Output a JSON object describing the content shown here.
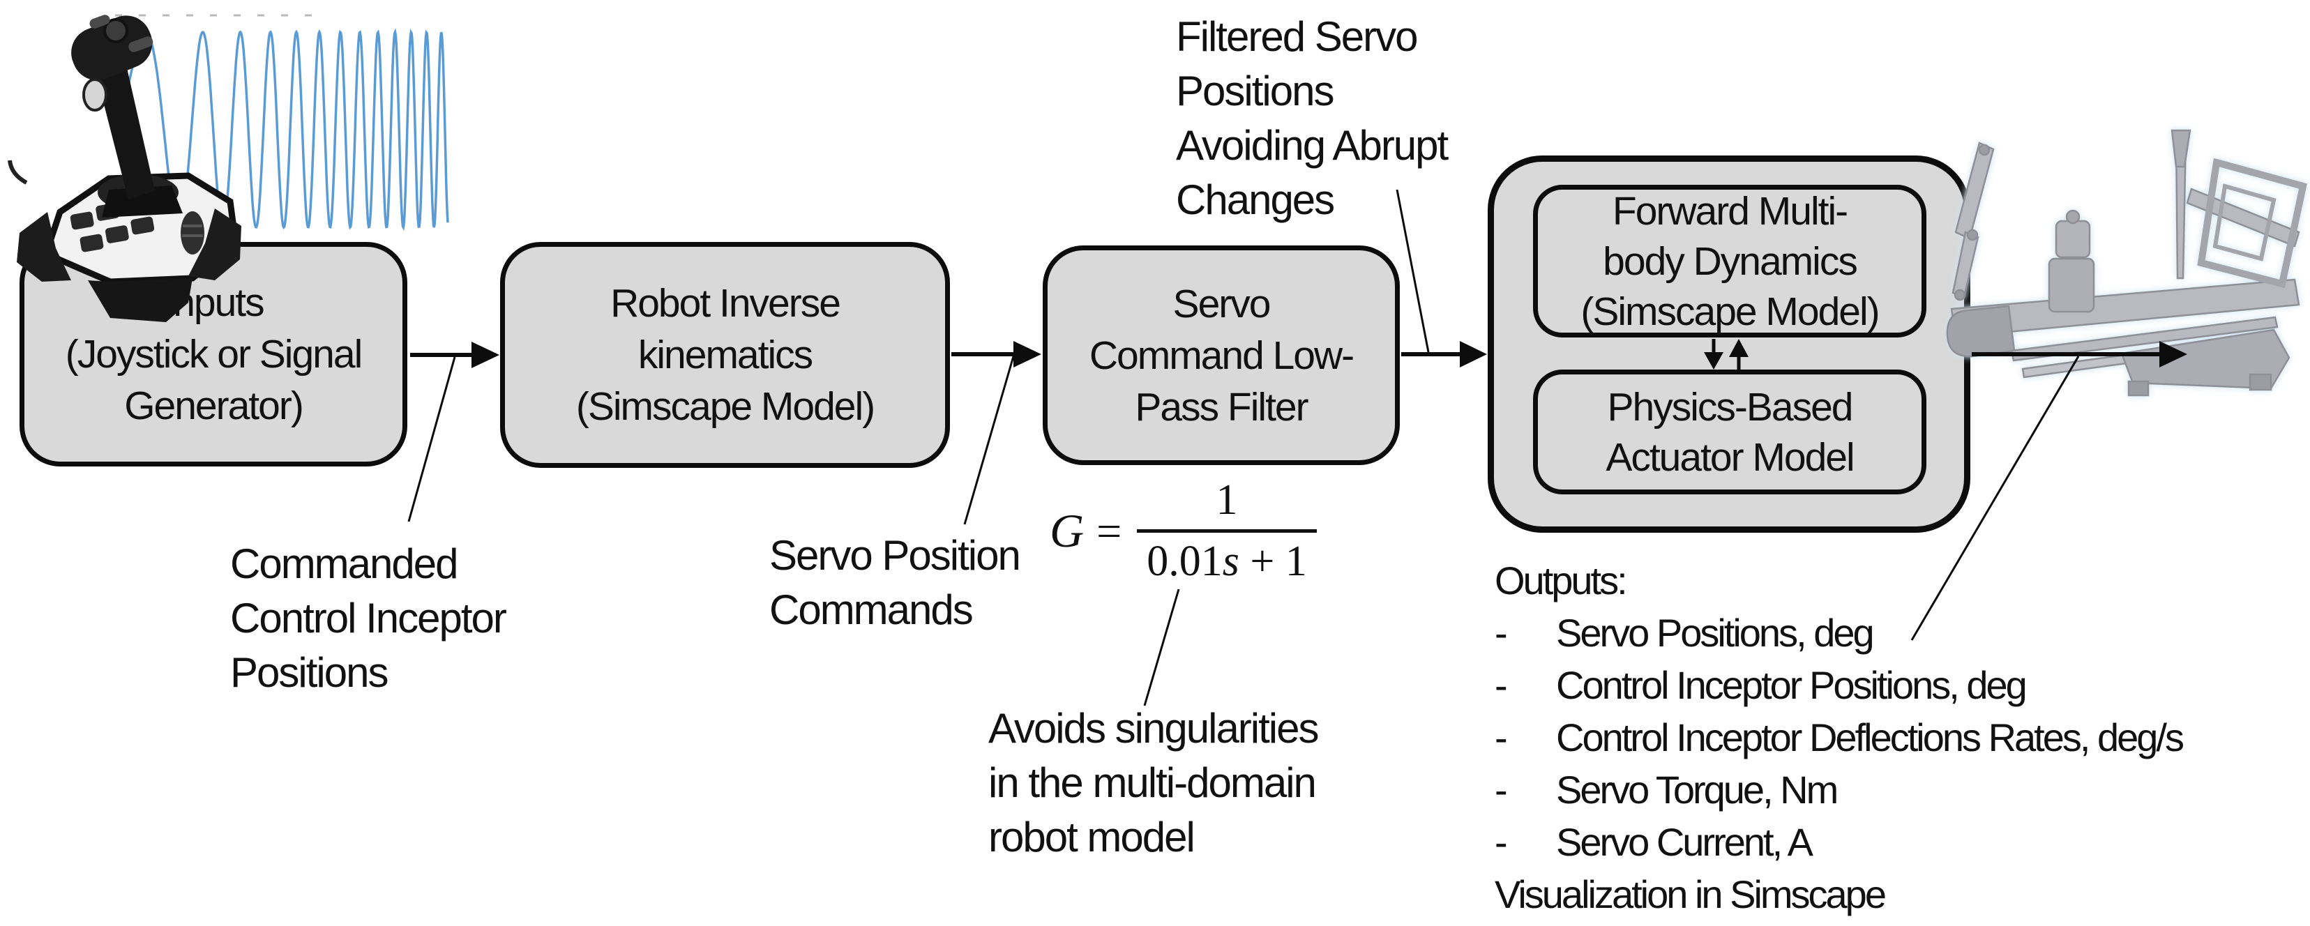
{
  "figure": {
    "type": "block-diagram",
    "colors": {
      "box_fill": "#d9d9d9",
      "box_border": "#0c0c0c",
      "signal_blue": "#5b9bd5",
      "text": "#111111"
    },
    "blocks": {
      "inputs": {
        "line1": "Inputs",
        "line2": "(Joystick or Signal",
        "line3": "Generator)"
      },
      "inverse_kinematics": {
        "line1": "Robot Inverse",
        "line2": "kinematics",
        "line3": "(Simscape Model)"
      },
      "low_pass_filter": {
        "line1": "Servo",
        "line2": "Command Low-",
        "line3": "Pass Filter"
      },
      "forward_dynamics": {
        "line1": "Forward Multi-",
        "line2": "body Dynamics",
        "line3": "(Simscape Model)"
      },
      "actuator_model": {
        "line1": "Physics-Based",
        "line2": "Actuator Model"
      }
    },
    "annotations": {
      "commanded_positions": {
        "line1": "Commanded",
        "line2": "Control Inceptor",
        "line3": "Positions"
      },
      "servo_position_commands": {
        "line1": "Servo Position",
        "line2": "Commands"
      },
      "filtered_servo": {
        "line1": "Filtered Servo",
        "line2": "Positions",
        "line3": "Avoiding Abrupt",
        "line4": "Changes"
      },
      "avoids_singularities": {
        "line1": "Avoids singularities",
        "line2": "in the multi-domain",
        "line3": "robot model"
      },
      "outputs": {
        "title": "Outputs:",
        "bullet": "-",
        "items": [
          "Servo Positions, deg",
          "Control Inceptor Positions, deg",
          "Control Inceptor Deflections Rates, deg/s",
          "Servo Torque, Nm",
          "Servo Current, A"
        ],
        "footer": "Visualization in Simscape"
      }
    },
    "formula": {
      "lhs": "G",
      "eq": "=",
      "numerator": "1",
      "den_coeff": "0.01",
      "den_var": "s",
      "den_rest": " + 1"
    },
    "icons": {
      "joystick": "joystick-with-chirp-signal",
      "robot": "robot-manipulator-cad"
    }
  }
}
